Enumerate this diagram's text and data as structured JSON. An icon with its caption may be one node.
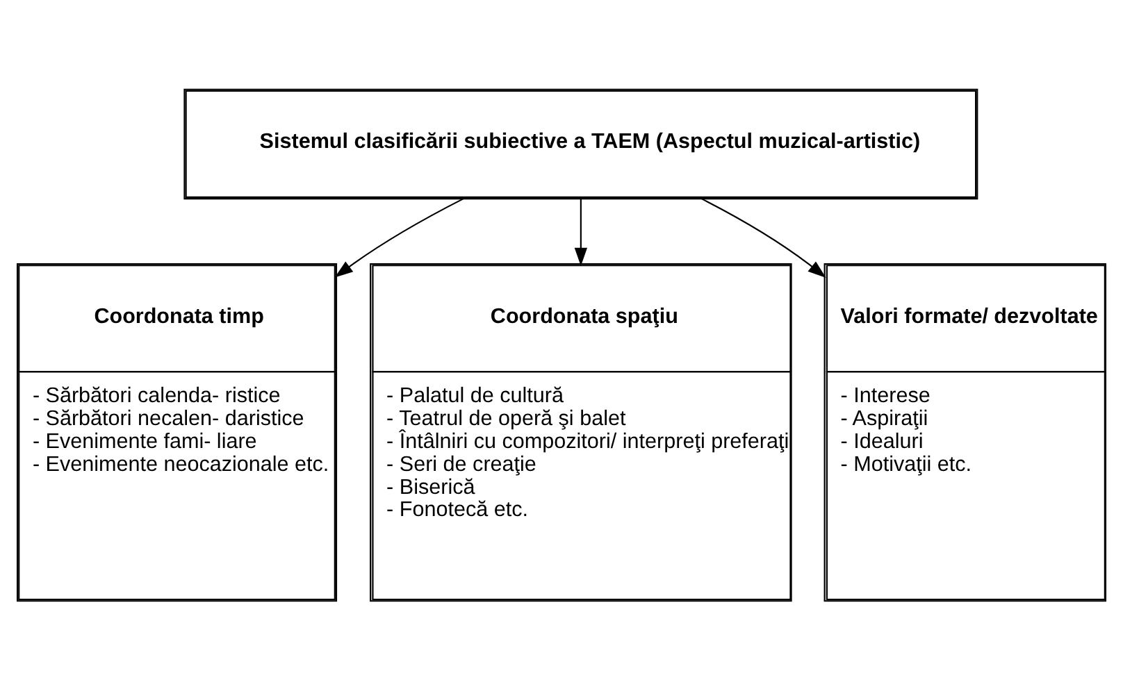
{
  "diagram": {
    "nodes": [
      {
        "text": [
          "Sistemul clasificării subiective a TAEM (Aspectul muzical-artistic)"
        ]
      },
      {
        "text": [
          "Coordonata timp",
          "- Sărbători calenda- ristice",
          "- Sărbători necalen- daristice",
          "- Evenimente fami- liare",
          "- Evenimente neocazionale etc."
        ]
      },
      {
        "text": [
          "Coordonata spaţiu",
          "- Palatul de cultură",
          "- Teatrul de operă şi balet",
          "- Întâlniri cu compozitori/ interpreţi preferaţi",
          "- Seri de creaţie",
          "- Biserică",
          "- Fonotecă etc."
        ]
      },
      {
        "text": [
          "Valori formate/ dezvoltate",
          "- Interese",
          "- Aspiraţii",
          "- Idealuri",
          "- Motivaţii etc."
        ]
      }
    ],
    "edges": [
      {
        "from": 0,
        "to": 1,
        "arrow": "to"
      },
      {
        "from": 0,
        "to": 2,
        "arrow": "to"
      },
      {
        "from": 0,
        "to": 3,
        "arrow": "to"
      }
    ]
  }
}
